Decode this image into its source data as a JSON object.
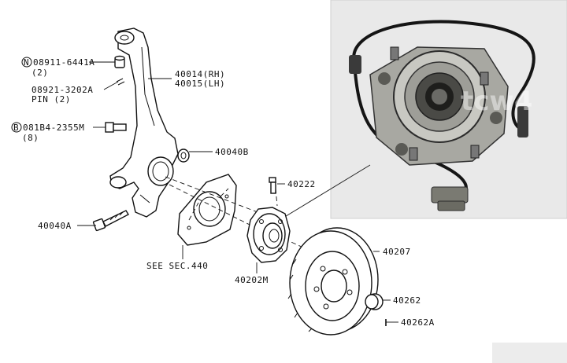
{
  "diagram": {
    "labels": {
      "p1_prefix": "N",
      "p1_part": "08911-6441A",
      "p1_qty": "(2)",
      "p2_part": "08921-3202A",
      "p2_name": "PIN (2)",
      "p3_prefix": "B",
      "p3_part": "081B4-2355M",
      "p3_qty": "(8)",
      "knuckle_rh": "40014(RH)",
      "knuckle_lh": "40015(LH)",
      "p_40040B": "40040B",
      "p_40222": "40222",
      "p_40040A": "40040A",
      "see_sec": "SEE SEC.440",
      "p_40202M": "40202M",
      "p_40207": "40207",
      "p_40262": "40262",
      "p_40262A": "40262A"
    },
    "photo": {
      "watermark": "tcw4"
    }
  }
}
